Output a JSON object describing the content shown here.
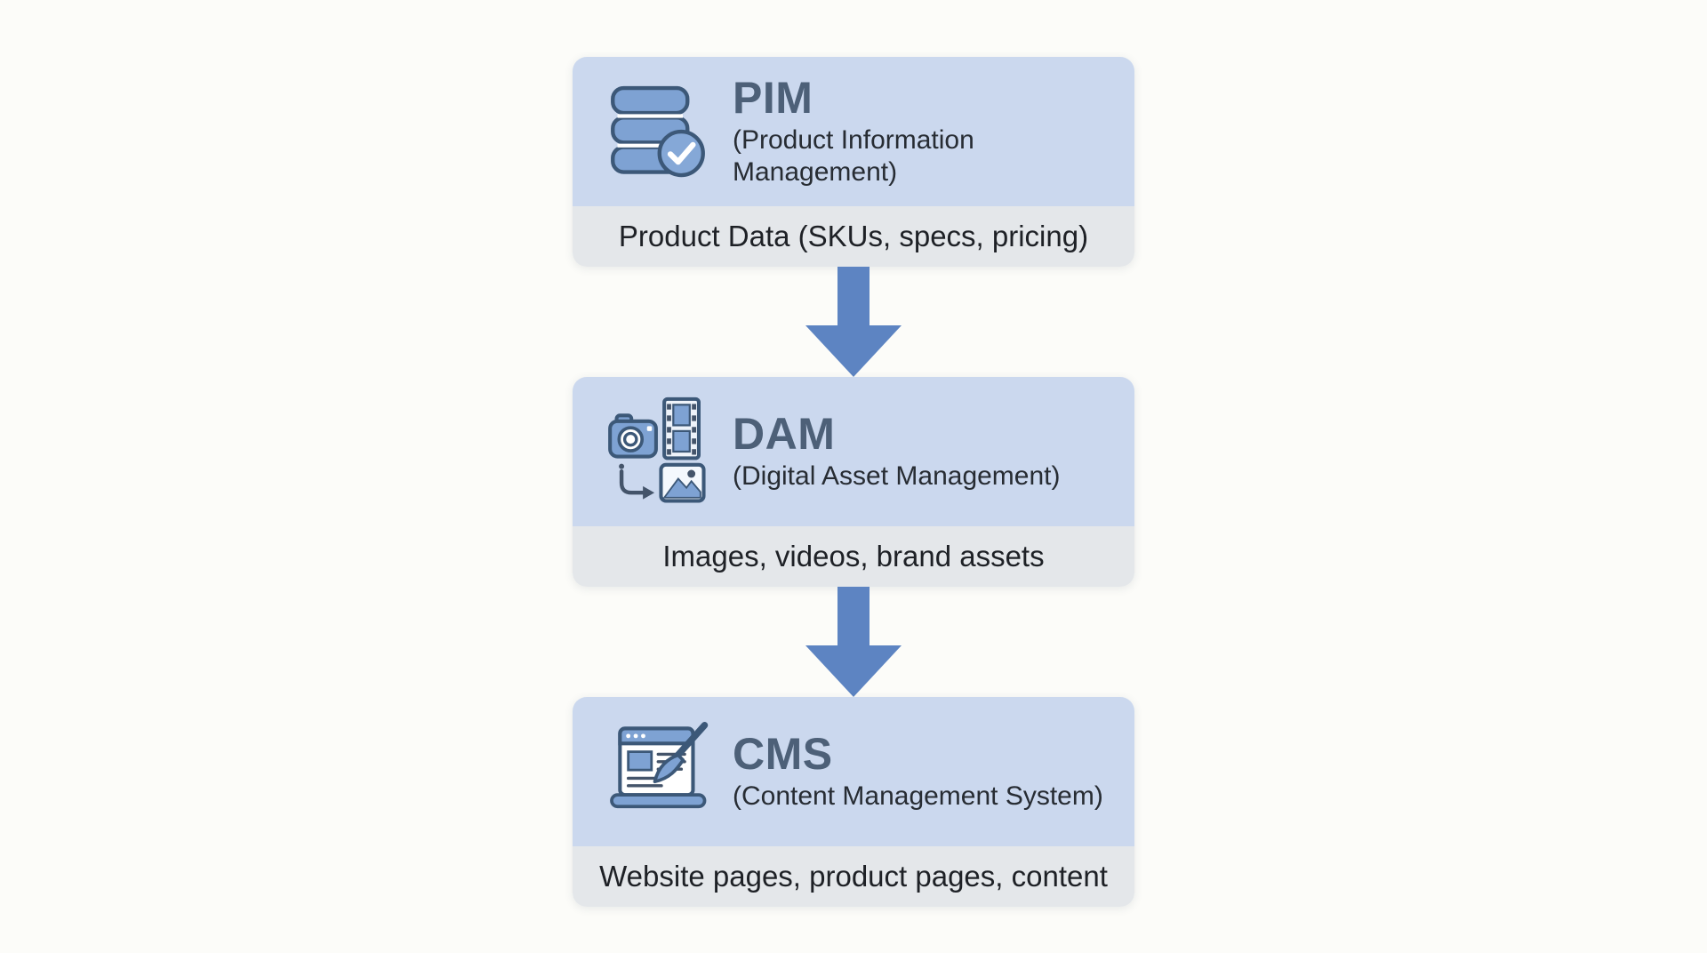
{
  "colors": {
    "background": "#fcfcf9",
    "box_header_bg": "#cbd8ee",
    "box_footer_bg": "#e4e7ea",
    "title_color": "#4d6078",
    "subtitle_color": "#272c33",
    "detail_text_color": "#1e2126",
    "arrow_color": "#5d84c2",
    "icon_fill": "#7ea2d3",
    "icon_fill_light": "#eef3fa",
    "icon_stroke": "#3c5878",
    "icon_dark": "#44546a"
  },
  "diagram": {
    "nodes": [
      {
        "id": "pim",
        "title": "PIM",
        "subtitle": "(Product Information Management)",
        "detail": "Product Data (SKUs, specs, pricing)",
        "icon": "database-check-icon"
      },
      {
        "id": "dam",
        "title": "DAM",
        "subtitle": "(Digital Asset Management)",
        "detail": "Images, videos, brand assets",
        "icon": "media-assets-icon"
      },
      {
        "id": "cms",
        "title": "CMS",
        "subtitle": "(Content Management System)",
        "detail": "Website pages, product pages, content",
        "icon": "laptop-paintbrush-icon"
      }
    ],
    "connectors": [
      {
        "from": "PIM",
        "to": "DAM",
        "direction": "down"
      },
      {
        "from": "DAM",
        "to": "CMS",
        "direction": "down"
      }
    ]
  }
}
